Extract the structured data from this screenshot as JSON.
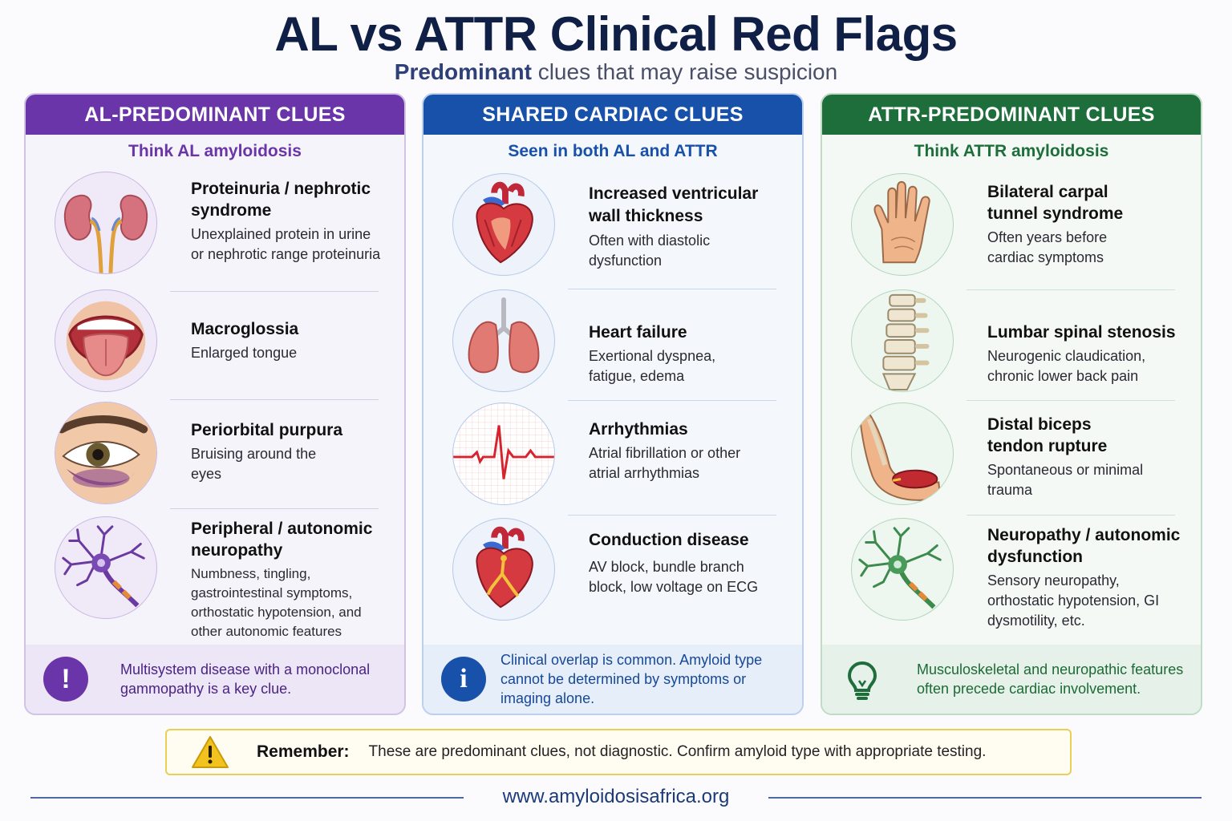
{
  "title": "AL vs ATTR Clinical Red Flags",
  "subtitle": {
    "accent": "Predominant",
    "rest": " clues that may raise suspicion"
  },
  "panels": {
    "al": {
      "header": "AL-PREDOMINANT CLUES",
      "sub": "Think AL amyloidosis",
      "color": "#6a35a8",
      "items": [
        {
          "icon": "kidneys-icon",
          "title": "Proteinuria / nephrotic syndrome",
          "desc": "Unexplained protein in urine or nephrotic range proteinuria"
        },
        {
          "icon": "tongue-icon",
          "title": "Macroglossia",
          "desc": "Enlarged tongue"
        },
        {
          "icon": "bruised-eye-icon",
          "title": "Periorbital purpura",
          "desc": "Bruising around the eyes"
        },
        {
          "icon": "neuron-icon",
          "title": "Peripheral / autonomic neuropathy",
          "desc": "Numbness, tingling, gastrointestinal symptoms, orthostatic hypotension, and other autonomic features"
        }
      ],
      "footer_badge": "!",
      "footer": "Multisystem disease with a monoclonal gammopathy is a key clue."
    },
    "shared": {
      "header": "SHARED CARDIAC CLUES",
      "sub": "Seen in both AL and ATTR",
      "color": "#1851a9",
      "items": [
        {
          "icon": "thick-heart-icon",
          "title": "Increased ventricular wall thickness",
          "desc": "Often with diastolic dysfunction"
        },
        {
          "icon": "lungs-icon",
          "title": "Heart failure",
          "desc": "Exertional dyspnea, fatigue, edema"
        },
        {
          "icon": "ecg-icon",
          "title": "Arrhythmias",
          "desc": "Atrial fibrillation or other atrial arrhythmias"
        },
        {
          "icon": "conduction-heart-icon",
          "title": "Conduction disease",
          "desc": "AV block, bundle branch block, low voltage on ECG"
        }
      ],
      "footer_badge": "i",
      "footer": "Clinical overlap is common. Amyloid type cannot be determined by symptoms or imaging alone."
    },
    "attr": {
      "header": "ATTR-PREDOMINANT CLUES",
      "sub": "Think ATTR amyloidosis",
      "color": "#1d6e3a",
      "items": [
        {
          "icon": "hand-icon",
          "title": "Bilateral carpal tunnel syndrome",
          "desc": "Often years before cardiac symptoms"
        },
        {
          "icon": "spine-icon",
          "title": "Lumbar spinal stenosis",
          "desc": "Neurogenic claudication, chronic lower back pain"
        },
        {
          "icon": "biceps-icon",
          "title": "Distal biceps tendon rupture",
          "desc": "Spontaneous or minimal trauma"
        },
        {
          "icon": "neuron-icon",
          "title": "Neuropathy / autonomic dysfunction",
          "desc": "Sensory neuropathy, orthostatic hypotension, GI dysmotility, etc."
        }
      ],
      "footer_badge": "lightbulb-icon",
      "footer": "Musculoskeletal and neuropathic features often precede cardiac involvement."
    }
  },
  "remember": {
    "label": "Remember:",
    "text": "These are predominant clues, not diagnostic. Confirm amyloid type with appropriate testing."
  },
  "website": "www.amyloidosisafrica.org"
}
